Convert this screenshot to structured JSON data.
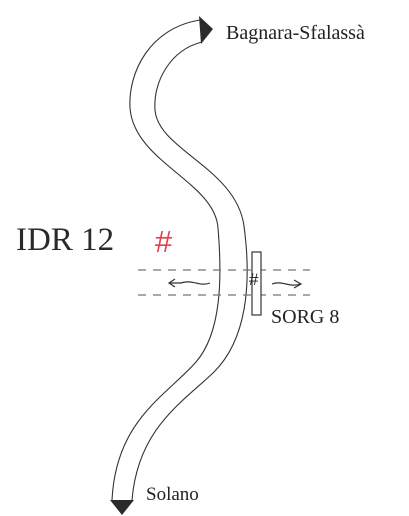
{
  "diagram": {
    "labels": {
      "top_destination": "Bagnara-Sfalassà",
      "bottom_destination": "Solano",
      "section_label": "IDR 12",
      "section_marker": "#",
      "structure_label": "SORG 8",
      "structure_marker": "#"
    },
    "colors": {
      "line": "#333333",
      "marker_red": "#e8404a",
      "dashed": "#6a7a7a"
    },
    "icons": {
      "top_arrow": "arrow-head-icon",
      "bottom_arrow": "arrow-head-icon",
      "left_flow": "flow-arrow-left-icon",
      "right_flow": "flow-arrow-right-icon"
    }
  }
}
